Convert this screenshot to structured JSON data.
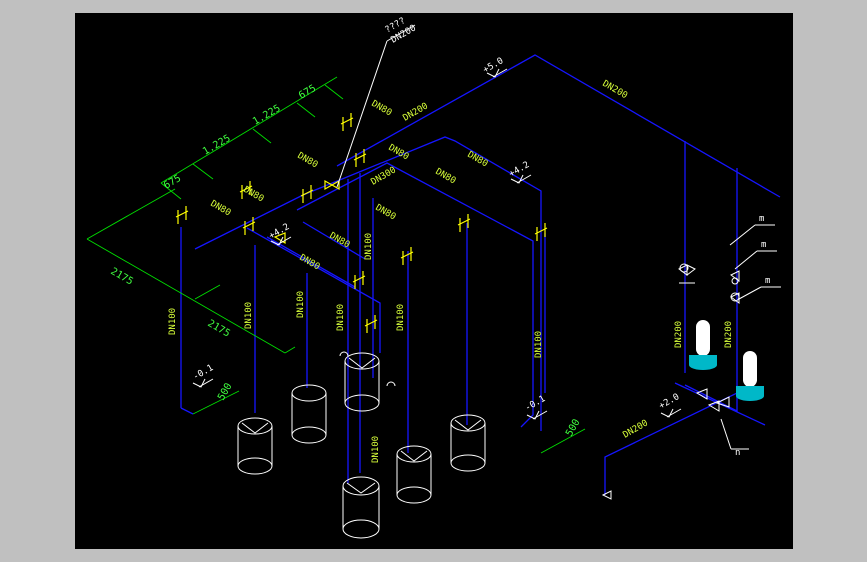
{
  "drawing": {
    "background": "#000000",
    "frame_color": "#c0c0c0",
    "pipe_color": "#1515ff",
    "dimension_color": "#00e000",
    "label_color": "#d8ff3a",
    "equipment_color": "#ffffff"
  },
  "annotation_top": {
    "marker": "????",
    "size": "DN200"
  },
  "dimensions": {
    "d675_a": "675",
    "d1225_a": "1.225",
    "d1225_b": "1.225",
    "d675_b": "675",
    "d2175_a": "2175",
    "d2175_b": "2175",
    "d500_a": "500",
    "d500_b": "500"
  },
  "elevations": {
    "e_top": "+5.0",
    "e_right": "+4.2",
    "e_left": "+4.2",
    "e_low_left": "-0.1",
    "e_low_right": "-0.1",
    "e_pump": "+2.0"
  },
  "pipe_labels": {
    "dn80_1": "DN80",
    "dn200_1": "DN200",
    "dn200_2": "DN200",
    "dn80_2": "DN80",
    "dn80_3": "DN80",
    "dn80_4": "DN80",
    "dn80_5": "DN80",
    "dn300": "DN300",
    "dn80_6": "DN80",
    "dn80_7": "DN80",
    "dn80_8": "DN80",
    "dn80_9": "DN80",
    "dn80_10": "DN80",
    "dn100_1": "DN100",
    "dn100_2": "DN100",
    "dn100_3": "DN100",
    "dn100_4": "DN100",
    "dn100_5": "DN100",
    "dn100_6": "DN100",
    "dn100_7": "DN100",
    "dn100_8": "DN100",
    "dn200_v1": "DN200",
    "dn200_v2": "DN200",
    "dn200_bottom": "DN200"
  },
  "leader_tags": {
    "t1": "m",
    "t2": "m",
    "t3": "m",
    "t4": "n"
  }
}
